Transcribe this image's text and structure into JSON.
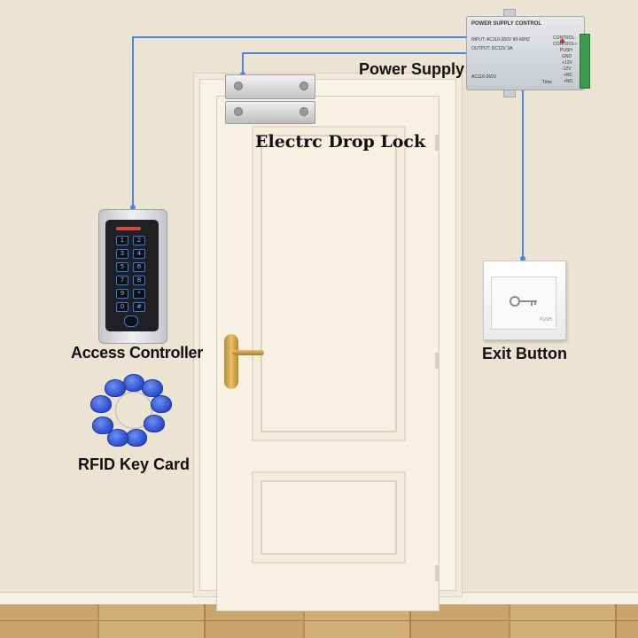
{
  "labels": {
    "power_supply": "Power Supply",
    "drop_lock": "Electrc Drop Lock",
    "access_controller": "Access Controller",
    "exit_button": "Exit Button",
    "rfid": "RFID Key Card"
  },
  "power_supply_unit": {
    "title": "POWER SUPPLY CONTROL",
    "input": "INPUT: AC110-260V 50-60HZ",
    "output": "OUTPUT: DC12V 3A",
    "ac": "AC110-260V",
    "terminals": [
      "CONTROL-",
      "CONTROL+",
      "PUSH",
      "GND",
      "+12V",
      "-12V",
      "+NC",
      "+NO"
    ],
    "time": "Time"
  },
  "keypad": {
    "keys": [
      "1",
      "2",
      "3",
      "4",
      "5",
      "6",
      "7",
      "8",
      "9",
      "*",
      "0",
      "#"
    ]
  },
  "exit_button_text": "PUSH",
  "colors": {
    "wire": "#4a86e8",
    "wall": "#ebe4d3",
    "door": "#f7f1e4",
    "fob": "#2b4ccf",
    "handle": "#d4a94a"
  }
}
